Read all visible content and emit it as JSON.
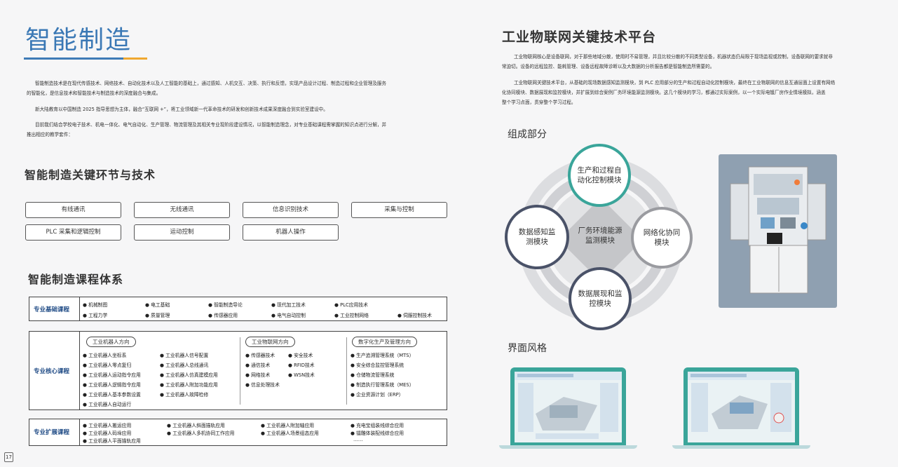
{
  "left": {
    "title": "智能制造",
    "paragraphs": [
      "智能制造技术是在现代传感技术、网络技术、自动化技术以及人工智能的基础上，通过感知、人机交互、决策、执行和反馈，实现产品设计过程、制造过程和企业管理及服务",
      "的智能化，是信息技术和智能技术与制造技术的深度融合与集成。",
      "新大陆教育以中国制造 2025 指导思想为主体，融合“互联网 +”，将工业领域新一代革命技术的研发和创新技术成果深度融合到实验室建设中。",
      "目前我们结合学校电子技术、机电一体化、电气自动化、生产管理、物流管理及其相关专业现阶段建设情况，以智能制造理念，对专业基础课程需掌握的知识点进行分解，并",
      "推出相应的教学套件："
    ],
    "key_title": "智能制造关键环节与技术",
    "key_items": [
      "有线通讯",
      "无线通讯",
      "信息识别技术",
      "采集与控制",
      "PLC 采集和逻辑控制",
      "运动控制",
      "机器人操作"
    ],
    "course_title": "智能制造课程体系",
    "rows": {
      "basic": {
        "label": "专业基础课程",
        "items": [
          "● 机械制图",
          "● 电工基础",
          "● 智能制造导论",
          "● 现代加工技术",
          "● PLC应用技术",
          "● 工程力学",
          "● 质量管理",
          "● 传感器应用",
          "● 电气自动控制",
          "● 工业控制网络",
          "● 伺服控制技术"
        ]
      },
      "core": {
        "label": "专业核心课程",
        "tags": [
          "工业机器人方向",
          "工业物联网方向",
          "数字化生产及管理方向"
        ],
        "robot_a": [
          "● 工业机器人坐标系",
          "● 工业机器人零点复归",
          "● 工业机器人运动指令应用",
          "● 工业机器人逻辑指令应用",
          "● 工业机器人基本参数设置",
          "● 工业机器人自动运行"
        ],
        "robot_b": [
          "● 工业机器人信号配置",
          "● 工业机器人总线通讯",
          "● 工业机器人仿真建模应用",
          "● 工业机器人附加功能应用",
          "● 工业机器人故障检修"
        ],
        "iot_a": [
          "● 传感器技术",
          "● 通信技术",
          "● 网络技术",
          "● 信息处理技术"
        ],
        "iot_b": [
          "● 安全技术",
          "● RFID技术",
          "● WSN技术"
        ],
        "digital": [
          "● 生产追溯管理系统（MTS）",
          "● 安全综合监控管理系统",
          "● 仓储物流管理系统",
          "● 制造执行管理系统（MES）",
          "● 企业资源计划（ERP）"
        ]
      },
      "ext": {
        "label": "专业扩展课程",
        "col1": [
          "● 工业机器人搬运应用",
          "● 工业机器人码垛应用",
          "● 工业机器人平面描轨应用"
        ],
        "col2": [
          "● 工业机器人斜面描轨应用",
          "● 工业机器人多机协同工作应用"
        ],
        "col3": [
          "● 工业机器人附加轴应用",
          "● 工业机器人场景组态应用"
        ],
        "col4": [
          "● 充电宝组装线综合应用",
          "● 镭雕体装配线综合应用",
          "……"
        ]
      }
    },
    "page_number": "17"
  },
  "right": {
    "title": "工业物联网关键技术平台",
    "paragraphs": [
      "工业物联网核心是设备联网，对于那些地域分散，使用时不易管理，并且比较分散的不同类型设备，机器状态仍局限于现场监视或控制，设备联网的要求就非",
      "常迫切。设备的远程监控、能耗管理、设备远程故障诊断以及大数据的分析报告都是智能制造所需要的。",
      "工业物联网关键技术平台，从基础的现场数据感知监测模块，到 PLC 应用部分的生产和过程自动化控制模块，最终在工业物联网的信息互通层面上设置有网络",
      "化协同模块、数据展现和监控模块，并扩展到综合案例厂务环境能源监测模块。这几个模块的学习，都通过实际案例，以一个实际电镀厂房作业情境模拟，涵盖",
      "整个学习点面，贯穿整个学习过程。"
    ],
    "components_title": "组成部分",
    "modules": {
      "top": "生产和过程自动化控制模块",
      "left": "数据感知监测模块",
      "right": "网络化协同模块",
      "bottom": "数据展现和监控模块",
      "center": "厂务环境能源监测模块"
    },
    "ui_title": "界面风格",
    "colors": {
      "accent_teal": "#3aa59a",
      "accent_blue": "#3a78b5",
      "navy": "#1e4a85",
      "orange": "#f0a830"
    }
  }
}
